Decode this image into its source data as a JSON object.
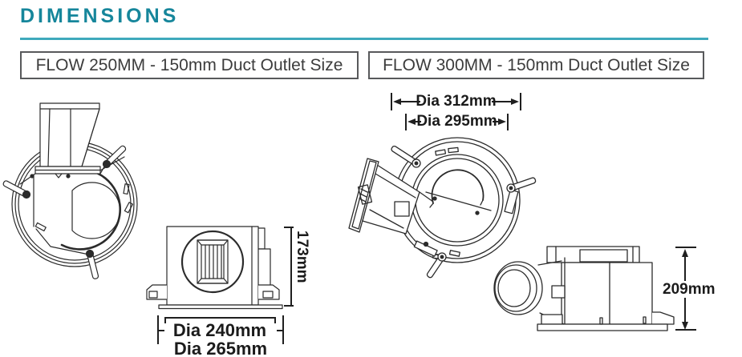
{
  "title": "DIMENSIONS",
  "colors": {
    "accent": "#16869b",
    "rule": "#3fa9bc",
    "ink": "#2b2b2b"
  },
  "flow250": {
    "header": "FLOW 250MM - 150mm Duct Outlet Size",
    "height_label": "173mm",
    "duct_dia_label": "Dia 240mm",
    "overall_dia_label": "Dia 265mm"
  },
  "flow300": {
    "header": "FLOW 300MM - 150mm Duct Outlet Size",
    "overall_dia_label": "Dia 312mm",
    "body_dia_label": "Dia 295mm",
    "height_label": "209mm"
  }
}
